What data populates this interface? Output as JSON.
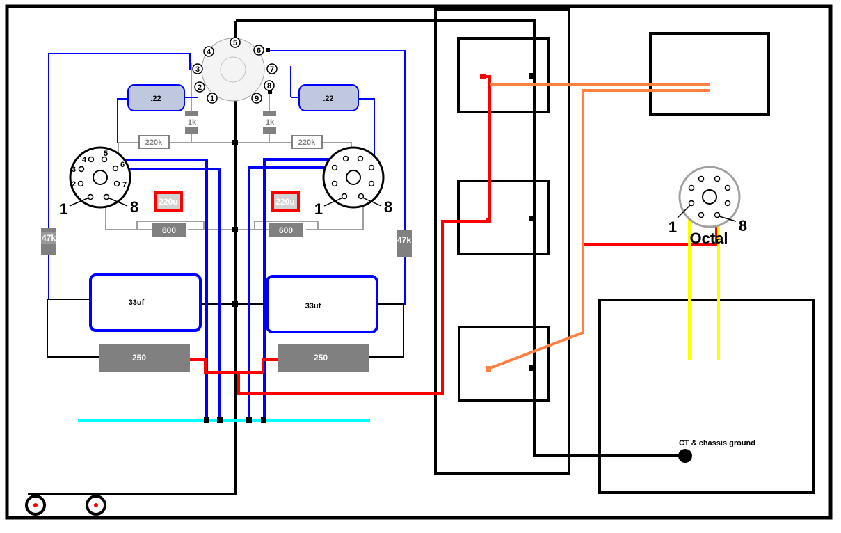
{
  "preamp_tube": {
    "pins": [
      "1",
      "2",
      "3",
      "4",
      "5",
      "6",
      "7",
      "8",
      "9"
    ]
  },
  "power_tube_left": {
    "pins_small": [
      "4",
      "5",
      "3",
      "6",
      "2",
      "7"
    ],
    "pins_big": [
      "1",
      "8"
    ]
  },
  "power_tube_right": {
    "pins_big": [
      "1",
      "8"
    ]
  },
  "rectifier": {
    "pins_big": [
      "1",
      "8"
    ],
    "name": "Octal"
  },
  "components": {
    "cap_coupling_left": ".22",
    "cap_coupling_right": ".22",
    "res_plate_left": "1k",
    "res_plate_right": "1k",
    "res_grid_left": "220k",
    "res_grid_right": "220k",
    "cap_cathode_left": "220u",
    "cap_cathode_right": "220u",
    "res_cathode_left": "600",
    "res_cathode_right": "600",
    "res_bleed_left": "47k",
    "res_bleed_right": "47k",
    "cap_filter_left": "33uf",
    "cap_filter_right": "33uf",
    "res_dropper_left": "250",
    "res_dropper_right": "250"
  },
  "labels": {
    "ground": "CT & chassis ground"
  },
  "colors": {
    "chassis": "#000000",
    "blue_wire": "#0000ff",
    "red_wire": "#ff0000",
    "orange_wire": "#ff8040",
    "yellow_wire": "#ffff00",
    "cyan_bus": "#00ffff",
    "gray_wire": "#a0a0a0",
    "resistor_fill": "#808080",
    "cap_fill": "#c0c8e0",
    "cap_220u_border": "#ff0000"
  }
}
